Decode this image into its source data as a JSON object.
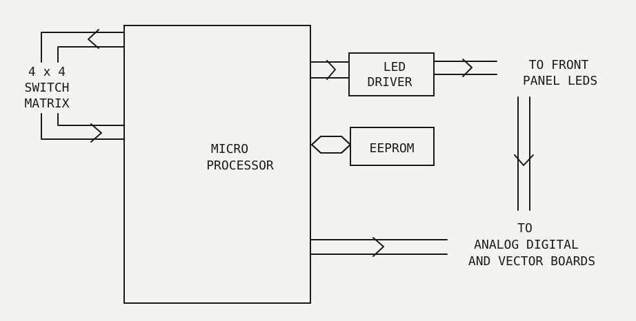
{
  "blocks": {
    "microprocessor": {
      "line1": "MICRO",
      "line2": "PROCESSOR"
    },
    "led_driver": {
      "line1": "LED",
      "line2": "DRIVER"
    },
    "eeprom": {
      "label": "EEPROM"
    }
  },
  "labels": {
    "switch_matrix": {
      "line1": "4 x 4",
      "line2": "SWITCH",
      "line3": "MATRIX"
    },
    "front_panel": {
      "line1": "TO FRONT",
      "line2": "PANEL LEDS"
    },
    "boards": {
      "line1": "TO",
      "line2": "ANALOG DIGITAL",
      "line3": "AND VECTOR BOARDS"
    }
  }
}
